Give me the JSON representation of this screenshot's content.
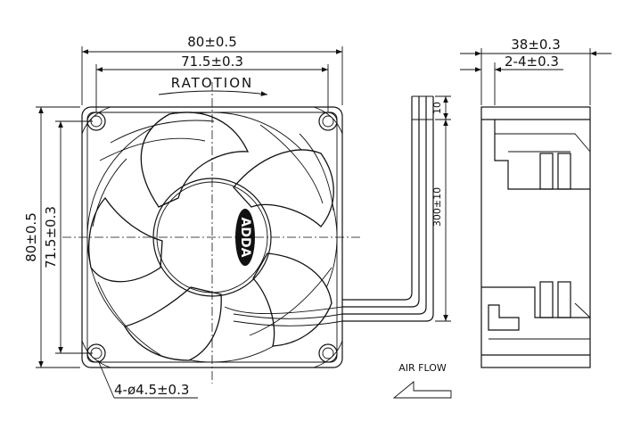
{
  "front_view": {
    "overall_width": "80±0.5",
    "hole_pitch_width": "71.5±0.3",
    "overall_height": "80±0.5",
    "hole_pitch_height": "71.5±0.3",
    "rotation_label": "RATOTION",
    "mounting_holes": "4-ø4.5±0.3",
    "hub_logo": "ADDA"
  },
  "cable": {
    "strip_length": "10",
    "lead_length": "300±10"
  },
  "side_view": {
    "depth": "38±0.3",
    "flange": "2-4±0.3"
  },
  "airflow": {
    "label": "AIR FLOW"
  }
}
